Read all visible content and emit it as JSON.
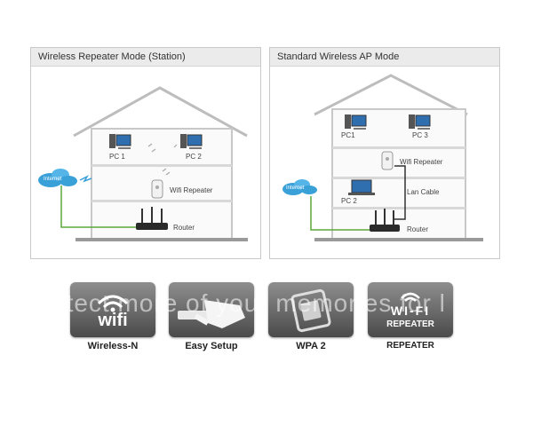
{
  "left_panel": {
    "title": "Wireless Repeater Mode (Station)",
    "internet": "Internet",
    "pc1": "PC 1",
    "pc2": "PC 2",
    "repeater": "Wifi Repeater",
    "router": "Router"
  },
  "right_panel": {
    "title": "Standard Wireless AP Mode",
    "internet": "Internet",
    "pc1": "PC1",
    "pc3": "PC 3",
    "repeater": "Wifi Repeater",
    "pc2": "PC 2",
    "lan": "Lan Cable",
    "router": "Router"
  },
  "features": [
    {
      "caption": "Wireless-N",
      "icon": "wifi-icon",
      "text": "wifi"
    },
    {
      "caption": "Easy Setup",
      "icon": "hand-icon"
    },
    {
      "caption": "WPA 2",
      "icon": "shield-icon"
    },
    {
      "caption": "REPEATER",
      "icon": "wifi-repeater-icon",
      "text": "WI-FI",
      "subtext": "REPEATER"
    }
  ],
  "watermark": "otect more of your memories for l",
  "colors": {
    "cable": "#5da83a",
    "cloud": "#3aa0d8",
    "house_line": "#b8b8b8"
  }
}
